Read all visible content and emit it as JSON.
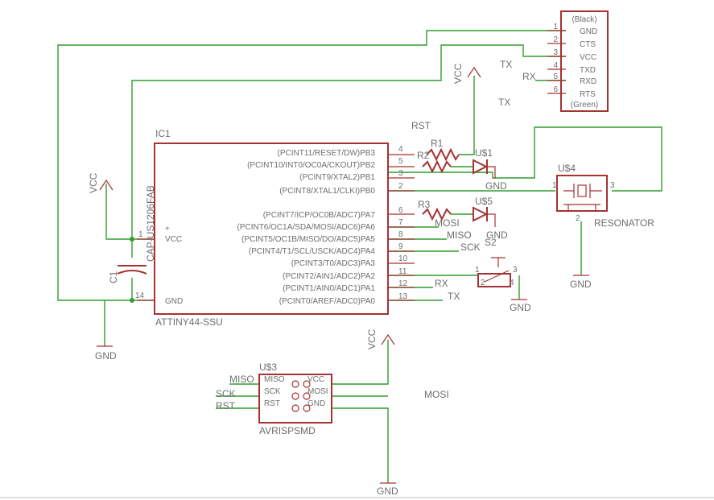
{
  "colors": {
    "wire": "#2f9e2f",
    "part": "#a63232",
    "text": "#6e6e6e"
  },
  "ic1": {
    "name": "IC1",
    "value": "ATTINY44-SSU",
    "vcc_label": "VCC",
    "gnd_label": "GND",
    "vcc_pin": "1",
    "gnd_pin": "14",
    "pins": [
      {
        "num": "4",
        "label": "(PCINT11/RESET/DW)PB3"
      },
      {
        "num": "5",
        "label": "(PCINT10/INT0/OC0A/CKOUT)PB2"
      },
      {
        "num": "3",
        "label": "(PCINT9/XTAL2)PB1"
      },
      {
        "num": "2",
        "label": "(PCINT8/XTAL1/CLKI)PB0"
      },
      {
        "num": "6",
        "label": "(PCINT7/ICP/OC0B/ADC7)PA7"
      },
      {
        "num": "7",
        "label": "(PCINT6/OC1A/SDA/MOSI/ADC6)PA6"
      },
      {
        "num": "8",
        "label": "(PCINT5/OC1B/MISO/DO/ADC5)PA5"
      },
      {
        "num": "9",
        "label": "(PCINT4/T1/SCL/USCK/ADC4)PA4"
      },
      {
        "num": "10",
        "label": "(PCINT3/T0/ADC3)PA3"
      },
      {
        "num": "11",
        "label": "(PCINT2/AIN1/ADC2)PA2"
      },
      {
        "num": "12",
        "label": "(PCINT1/AIN0/ADC1)PA1"
      },
      {
        "num": "13",
        "label": "(PCINT0/AREF/ADC0)PA0"
      }
    ]
  },
  "ftdi": {
    "top_label": "(Black)",
    "bottom_label": "(Green)",
    "pins": [
      {
        "num": "1",
        "label": "GND"
      },
      {
        "num": "2",
        "label": "CTS"
      },
      {
        "num": "3",
        "label": "VCC"
      },
      {
        "num": "4",
        "label": "TXD"
      },
      {
        "num": "5",
        "label": "RXD"
      },
      {
        "num": "6",
        "label": "RTS"
      }
    ]
  },
  "c1": {
    "name": "C1",
    "value": "CAP-US1206FAB"
  },
  "r1": {
    "name": "R1"
  },
  "r2": {
    "name": "R2"
  },
  "r3": {
    "name": "R3"
  },
  "led1": {
    "name": "U$1"
  },
  "led2": {
    "name": "U$5"
  },
  "button": {
    "name": "S2",
    "pins": [
      "1",
      "2",
      "3",
      "4"
    ]
  },
  "resonator": {
    "name": "U$4",
    "value": "RESONATOR",
    "pins": [
      "1",
      "2",
      "3"
    ]
  },
  "isp": {
    "name": "U$3",
    "value": "AVRISPSMD",
    "left_pins": [
      "MISO",
      "SCK",
      "RST"
    ],
    "right_pins": [
      "VCC",
      "MOSI",
      "GND"
    ]
  },
  "nets": {
    "vcc": "VCC",
    "gnd": "GND",
    "rst": "RST",
    "mosi": "MOSI",
    "miso": "MISO",
    "sck": "SCK",
    "rx": "RX",
    "tx": "TX"
  }
}
